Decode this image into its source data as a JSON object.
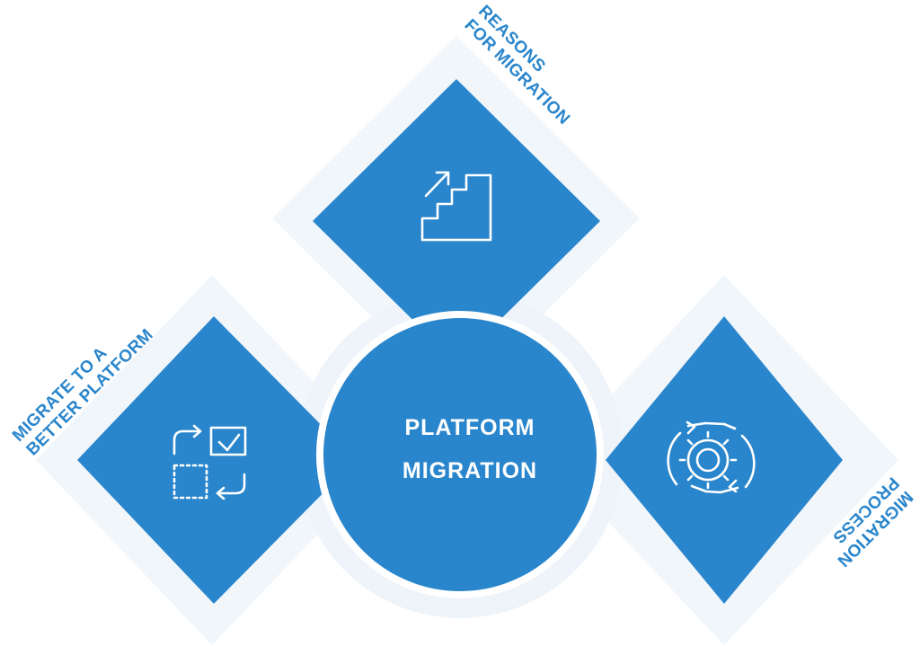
{
  "colors": {
    "tile": "#2a86cc",
    "halo": "#f1f6fb",
    "ring": "#eef4fa",
    "icon": "#ffffff",
    "label": "#2a86cc"
  },
  "center": {
    "line1": "PLATFORM",
    "line2": "MIGRATION"
  },
  "nodes": [
    {
      "id": "top",
      "icon": "stairs-up-icon",
      "label_lines": [
        "REASONS",
        "FOR MIGRATION"
      ]
    },
    {
      "id": "left",
      "icon": "swap-checkbox-icon",
      "label_lines": [
        "MIGRATE TO A",
        "BETTER PLATFORM"
      ]
    },
    {
      "id": "right",
      "icon": "gear-cycle-icon",
      "label_lines": [
        "MIGRATION",
        "PROCESS"
      ]
    }
  ]
}
